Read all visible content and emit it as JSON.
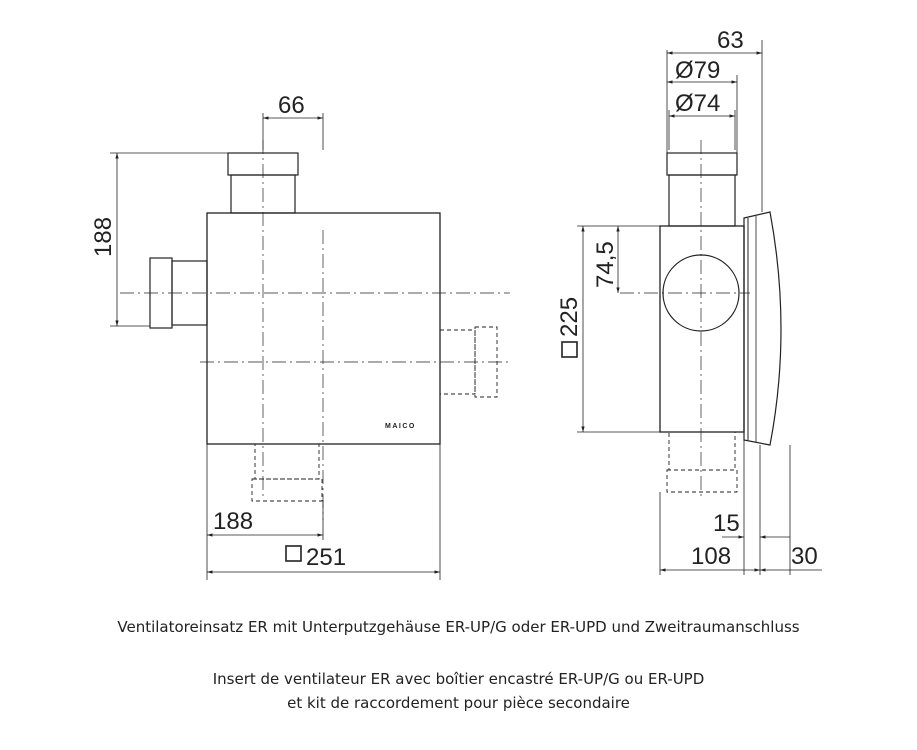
{
  "diagram": {
    "brand": "MAICO",
    "dimensions": {
      "d66": "66",
      "d188_left": "188",
      "d188_bottom": "188",
      "d251": "251",
      "d63": "63",
      "d79": "Ø79",
      "d74": "Ø74",
      "d74_5": "74,5",
      "d225": "225",
      "d15": "15",
      "d108": "108",
      "d30": "30"
    }
  },
  "caption": {
    "de": "Ventilatoreinsatz ER mit Unterputzgehäuse ER-UP/G oder ER-UPD und Zweitraumanschluss",
    "fr_line1": "Insert de ventilateur ER avec boîtier encastré ER-UP/G ou ER-UPD",
    "fr_line2": "et kit de raccordement pour pièce secondaire"
  },
  "colors": {
    "line": "#222222",
    "background": "#ffffff"
  }
}
